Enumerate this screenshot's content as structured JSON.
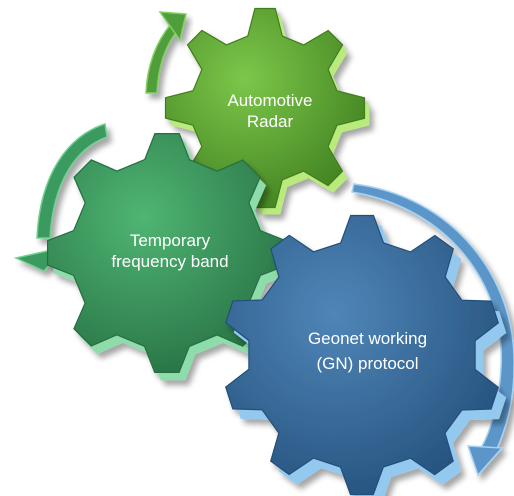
{
  "gears": [
    {
      "id": "automotive-radar",
      "line1": "Automotive",
      "line2": "Radar",
      "face": "#7cc74a",
      "light": "#b9ea7c",
      "dark": "#3f7e1f"
    },
    {
      "id": "temporary-frequency-band",
      "line1": "Temporary",
      "line2": "frequency band",
      "face": "#4fb573",
      "light": "#8fdcab",
      "dark": "#256e41"
    },
    {
      "id": "geonet-working",
      "line1": "Geonet working",
      "line2": "(GN) protocol",
      "face": "#4f86b8",
      "light": "#93c9ee",
      "dark": "#234f7a"
    }
  ],
  "arrows": [
    {
      "id": "arrow-top",
      "color": "#4f9e3a",
      "light": "#84cf62"
    },
    {
      "id": "arrow-left",
      "color": "#3a9a5e",
      "light": "#6fcf8f"
    },
    {
      "id": "arrow-right",
      "color": "#5b96c9",
      "light": "#a5d3f3"
    }
  ]
}
